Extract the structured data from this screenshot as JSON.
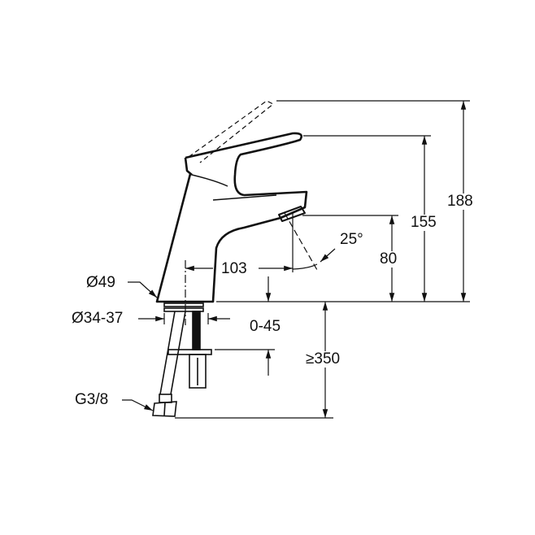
{
  "title": "Basin mixer tap dimension drawing",
  "dimensions": {
    "height_lever_raised": "188",
    "height_lever": "155",
    "spout_height": "80",
    "spout_reach": "103",
    "spout_angle": "25°",
    "base_diameter": "Ø49",
    "hole_diameter": "Ø34-37",
    "deck_thickness": "0-45",
    "hose_length": "≥350",
    "connection": "G3/8"
  },
  "colors": {
    "line": "#111111",
    "background": "#ffffff"
  }
}
